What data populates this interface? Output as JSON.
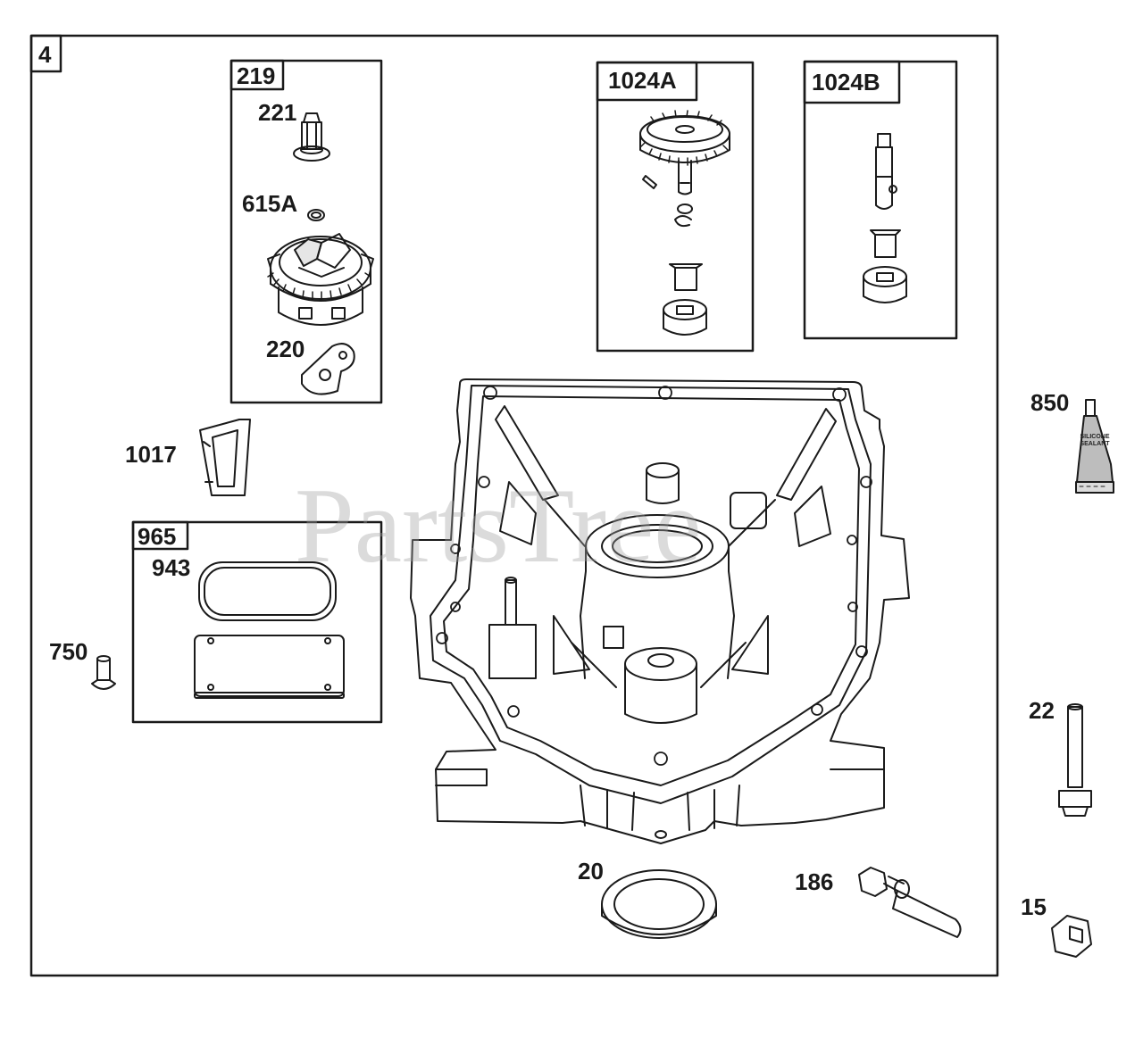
{
  "diagram": {
    "figure_number": "4",
    "watermark": "PartsTree",
    "assemblies": {
      "a219": "219",
      "a1024A": "1024A",
      "a1024B": "1024B",
      "a965": "965"
    },
    "callouts": {
      "p221": "221",
      "p615A": "615A",
      "p220": "220",
      "p1017": "1017",
      "p943": "943",
      "p750": "750",
      "p850": "850",
      "p22": "22",
      "p20": "20",
      "p186": "186",
      "p15": "15"
    },
    "tube_label": "SILICONE SEALANT"
  }
}
